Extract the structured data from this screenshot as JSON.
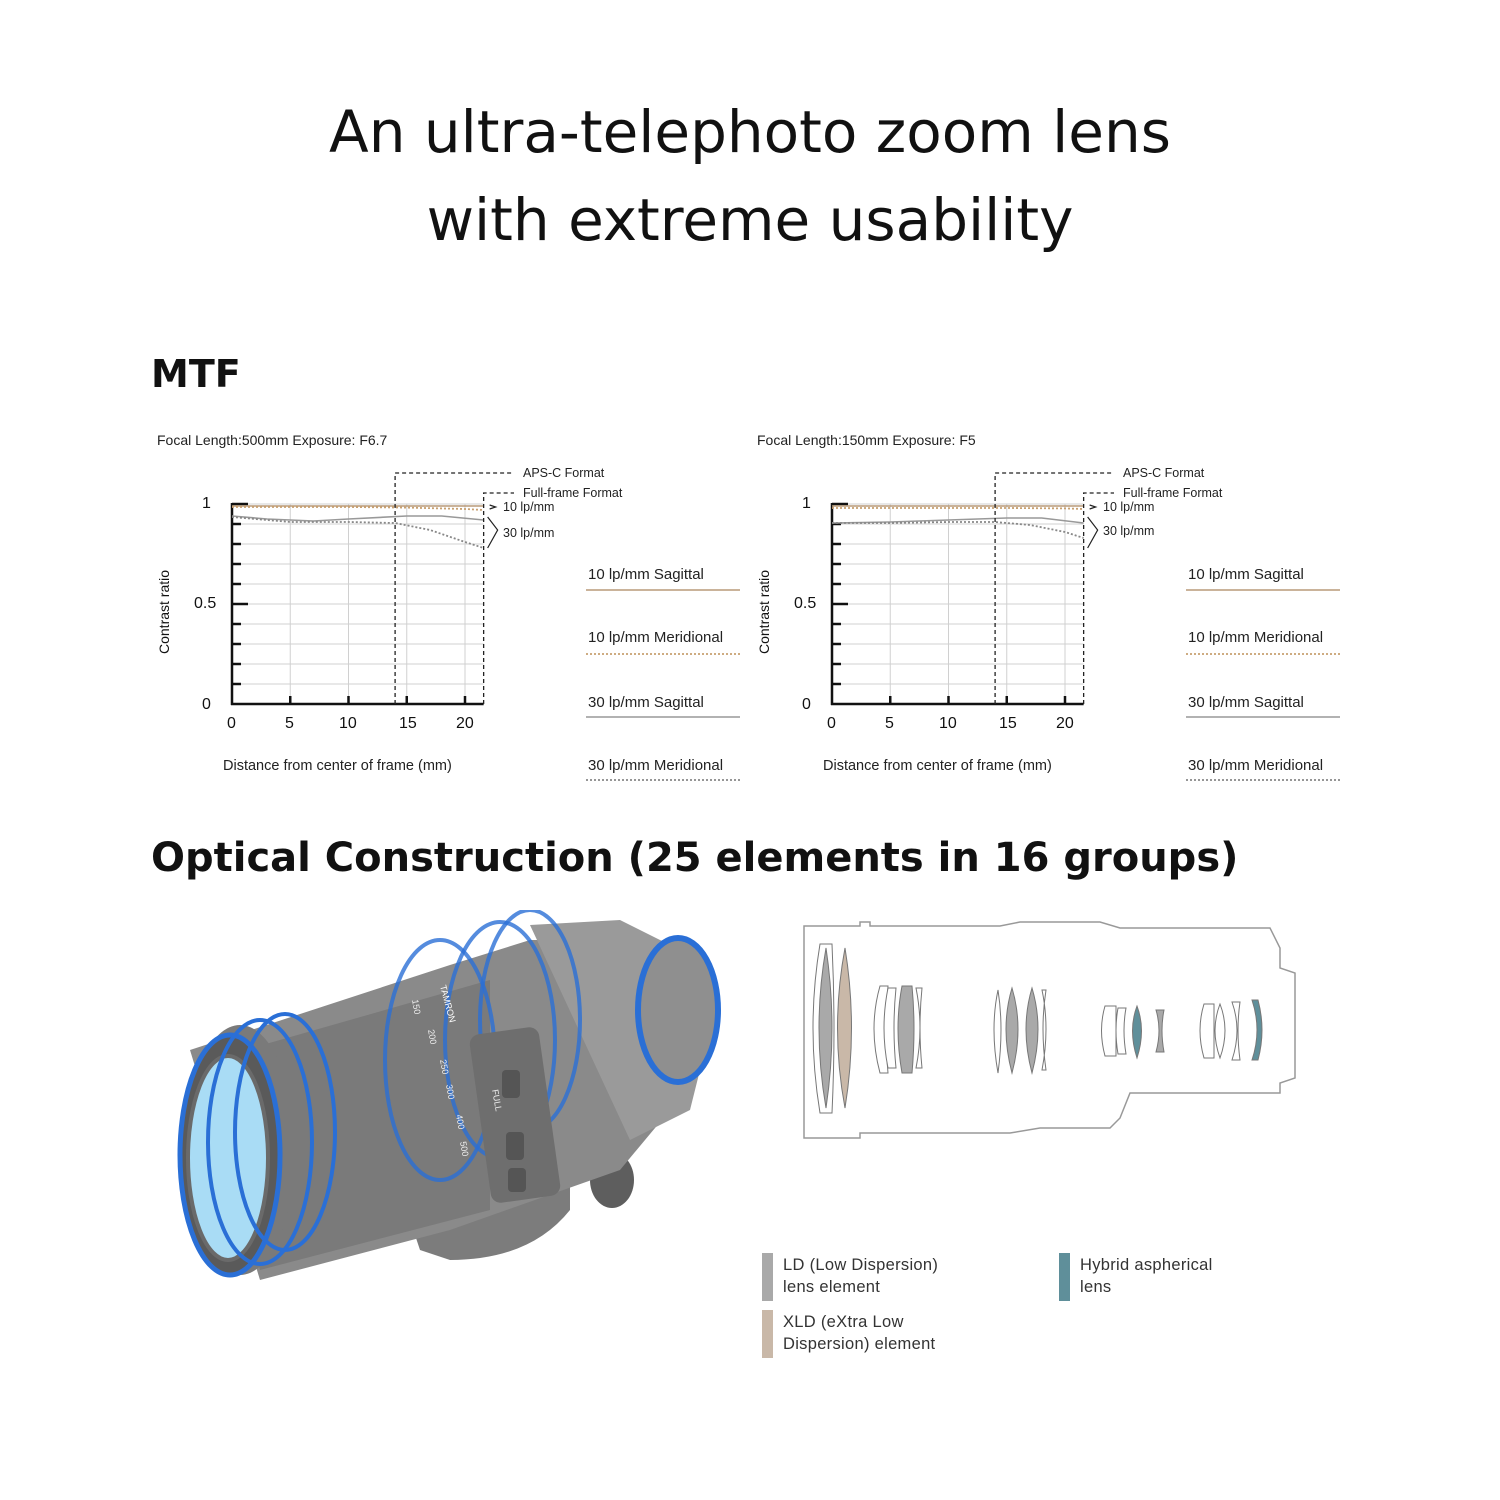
{
  "title": {
    "line1": "An ultra-telephoto zoom lens",
    "line2": "with extreme usability"
  },
  "mtf_heading": "MTF",
  "optical_heading": "Optical Construction (25 elements in 16 groups)",
  "colors": {
    "tan": "#b89a78",
    "gray": "#999999",
    "blue": "#2a6fd6",
    "teal": "#5f8f9a",
    "xld": "#c9b8a8",
    "ld": "#a9a9a9"
  },
  "chart_data": [
    {
      "type": "line",
      "caption": "Focal Length:500mm  Exposure: F6.7",
      "xlabel": "Distance from center of frame (mm)",
      "ylabel": "Contrast ratio",
      "xlim": [
        0,
        21.6
      ],
      "ylim": [
        0,
        1
      ],
      "xticks": [
        "0",
        "5",
        "10",
        "15",
        "20"
      ],
      "yticks": [
        "0",
        "0.5",
        "1"
      ],
      "grid": true,
      "annotations": {
        "apsc": "APS-C Format",
        "apsc_x": 14,
        "fullframe": "Full-frame Format",
        "fullframe_x": 21.6,
        "lp10": "10 lp/mm",
        "lp30": "30 lp/mm"
      },
      "series": [
        {
          "name": "10 lp/mm Sagittal",
          "style": "solid",
          "color": "#b89a78",
          "x": [
            0,
            5,
            10,
            15,
            20,
            21.6
          ],
          "y": [
            0.99,
            0.99,
            0.99,
            0.99,
            0.99,
            0.99
          ]
        },
        {
          "name": "10 lp/mm Meridional",
          "style": "dotted",
          "color": "#c8a070",
          "x": [
            0,
            5,
            10,
            15,
            20,
            21.6
          ],
          "y": [
            0.985,
            0.985,
            0.985,
            0.982,
            0.975,
            0.97
          ]
        },
        {
          "name": "30 lp/mm Sagittal",
          "style": "solid",
          "color": "#999999",
          "x": [
            0,
            3,
            7,
            10,
            15,
            18,
            21.6
          ],
          "y": [
            0.94,
            0.925,
            0.915,
            0.925,
            0.94,
            0.94,
            0.92
          ]
        },
        {
          "name": "30 lp/mm Meridional",
          "style": "dotted",
          "color": "#888888",
          "x": [
            0,
            5,
            10,
            14,
            17,
            20,
            21.6
          ],
          "y": [
            0.935,
            0.91,
            0.91,
            0.905,
            0.87,
            0.81,
            0.78
          ]
        }
      ]
    },
    {
      "type": "line",
      "caption": "Focal Length:150mm  Exposure: F5",
      "xlabel": "Distance from center of frame (mm)",
      "ylabel": "Contrast ratio",
      "xlim": [
        0,
        21.6
      ],
      "ylim": [
        0,
        1
      ],
      "xticks": [
        "0",
        "5",
        "10",
        "15",
        "20"
      ],
      "yticks": [
        "0",
        "0.5",
        "1"
      ],
      "grid": true,
      "annotations": {
        "apsc": "APS-C Format",
        "apsc_x": 14,
        "fullframe": "Full-frame Format",
        "fullframe_x": 21.6,
        "lp10": "10 lp/mm",
        "lp30": "30 lp/mm"
      },
      "series": [
        {
          "name": "10 lp/mm Sagittal",
          "style": "solid",
          "color": "#b89a78",
          "x": [
            0,
            5,
            10,
            15,
            20,
            21.6
          ],
          "y": [
            0.99,
            0.99,
            0.99,
            0.99,
            0.99,
            0.99
          ]
        },
        {
          "name": "10 lp/mm Meridional",
          "style": "dotted",
          "color": "#c8a070",
          "x": [
            0,
            5,
            10,
            15,
            20,
            21.6
          ],
          "y": [
            0.98,
            0.98,
            0.98,
            0.98,
            0.978,
            0.975
          ]
        },
        {
          "name": "30 lp/mm Sagittal",
          "style": "solid",
          "color": "#999999",
          "x": [
            0,
            5,
            10,
            15,
            18,
            21.6
          ],
          "y": [
            0.905,
            0.91,
            0.92,
            0.93,
            0.93,
            0.905
          ]
        },
        {
          "name": "30 lp/mm Meridional",
          "style": "dotted",
          "color": "#888888",
          "x": [
            0,
            5,
            10,
            14,
            17,
            20,
            21.6
          ],
          "y": [
            0.905,
            0.905,
            0.91,
            0.91,
            0.895,
            0.86,
            0.83
          ]
        }
      ]
    }
  ],
  "legend": {
    "ld": "LD (Low Dispersion)\nlens element",
    "xld": "XLD (eXtra Low\nDispersion) element",
    "hybrid": "Hybrid aspherical\nlens"
  },
  "lens_markings": {
    "brand": "TAMRON",
    "focal_marks": [
      "150",
      "200",
      "250",
      "300",
      "400",
      "500"
    ],
    "switch_full": "FULL"
  }
}
